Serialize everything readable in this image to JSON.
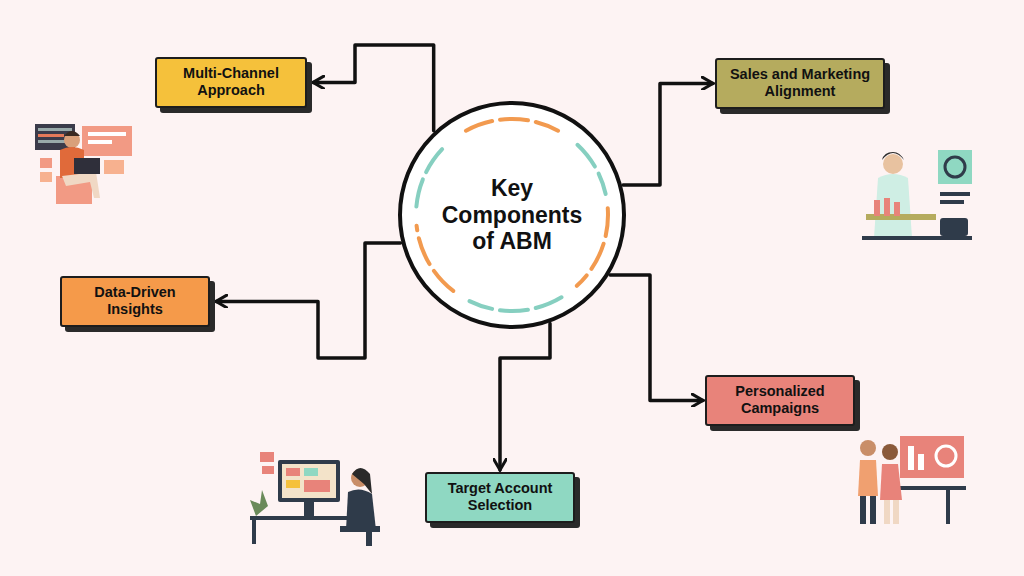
{
  "diagram": {
    "nodes": [
      {
        "text": [
          "Key Components of ABM"
        ]
      },
      {
        "text": [
          "Multi-Channel Approach"
        ]
      },
      {
        "text": [
          "Sales and Marketing Alignment"
        ]
      },
      {
        "text": [
          "Data-Driven Insights"
        ]
      },
      {
        "text": [
          "Personalized Campaigns"
        ]
      },
      {
        "text": [
          "Target Account Selection"
        ]
      }
    ],
    "edges": [
      {
        "from": 0,
        "to": 1,
        "arrow": "to"
      },
      {
        "from": 0,
        "to": 2,
        "arrow": "to"
      },
      {
        "from": 0,
        "to": 3,
        "arrow": "to"
      },
      {
        "from": 0,
        "to": 4,
        "arrow": "to"
      },
      {
        "from": 0,
        "to": 5,
        "arrow": "to"
      }
    ]
  }
}
